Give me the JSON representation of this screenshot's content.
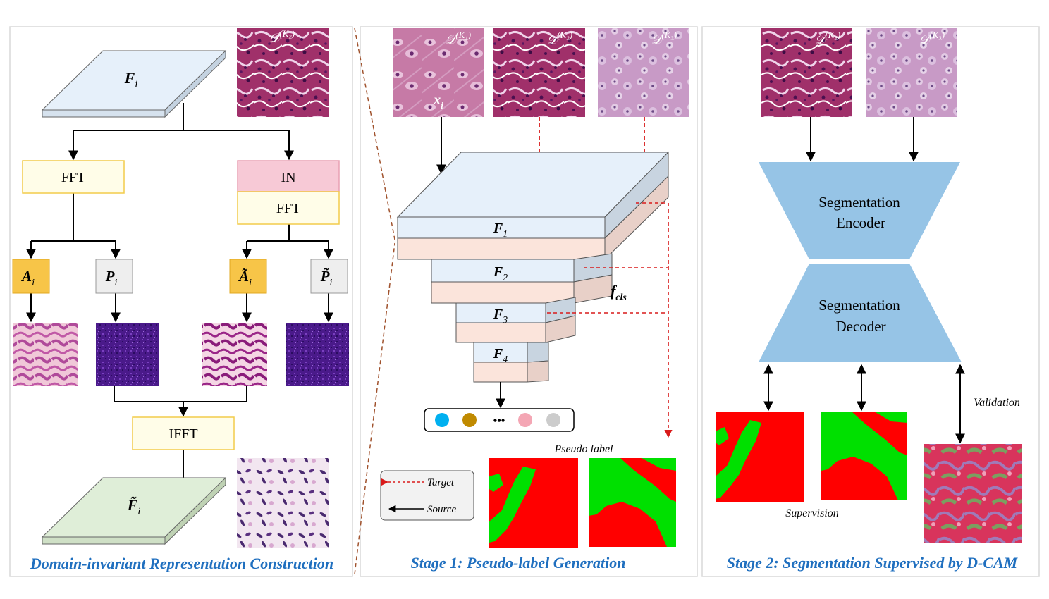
{
  "panel1": {
    "feature_label": "F",
    "feature_sub": "i",
    "domain_label": "𝒟",
    "domain_sup": "(K₂)",
    "fft_left": "FFT",
    "in_label": "IN",
    "fft_right": "FFT",
    "amp_label": "A",
    "amp_sub": "i",
    "phase_label": "P",
    "phase_sub": "i",
    "amp_tilde_label": "Ã",
    "amp_tilde_sub": "i",
    "phase_tilde_label": "P̃",
    "phase_tilde_sub": "i",
    "ifft_label": "IFFT",
    "out_feature_label": "F̃",
    "out_feature_sub": "i",
    "caption": "Domain-invariant Representation Construction"
  },
  "panel2": {
    "domain_k1": "𝒟",
    "domain_k1_sup": "(K₁)",
    "domain_k2": "𝒟",
    "domain_k2_sup": "(K₂)",
    "domain_k3": "𝒟",
    "domain_k3_sup": "(K₃)",
    "input_label": "x",
    "input_sub": "i",
    "f1": "F",
    "f1_sub": "1",
    "f2": "F",
    "f2_sub": "2",
    "f3": "F",
    "f3_sub": "3",
    "f4": "F",
    "f4_sub": "4",
    "fcls": "f",
    "fcls_sub": "cls",
    "dots": "•••",
    "pseudo_label": "Pseudo label",
    "legend_target": "Target",
    "legend_source": "Source",
    "caption": "Stage 1: Pseudo-label Generation"
  },
  "panel3": {
    "domain_k2": "𝒟",
    "domain_k2_sup": "(K₂)",
    "domain_k3": "𝒟",
    "domain_k3_sup": "(K₃)",
    "encoder_line1": "Segmentation",
    "encoder_line2": "Encoder",
    "decoder_line1": "Segmentation",
    "decoder_line2": "Decoder",
    "validation": "Validation",
    "supervision": "Supervision",
    "caption": "Stage 2: Segmentation Supervised by D-CAM"
  },
  "colors": {
    "caption_blue": "#1f6fbf",
    "fft_fill": "#fffde8",
    "fft_stroke": "#f2cc4a",
    "in_fill": "#f7c9d6",
    "amp_fill": "#f7c548",
    "phase_fill": "#eeeeee",
    "seg_blue": "#96c4e6",
    "target_red": "#d91a1a",
    "mask_red": "#ff0000",
    "mask_green": "#00e000",
    "feature_blue": "#e6f0fa",
    "feature_pink": "#fbe4db",
    "out_green": "#dfeed8",
    "dot_colors": [
      "#00b0f0",
      "#c08a00",
      "#f4a6b4",
      "#cccccc"
    ]
  }
}
